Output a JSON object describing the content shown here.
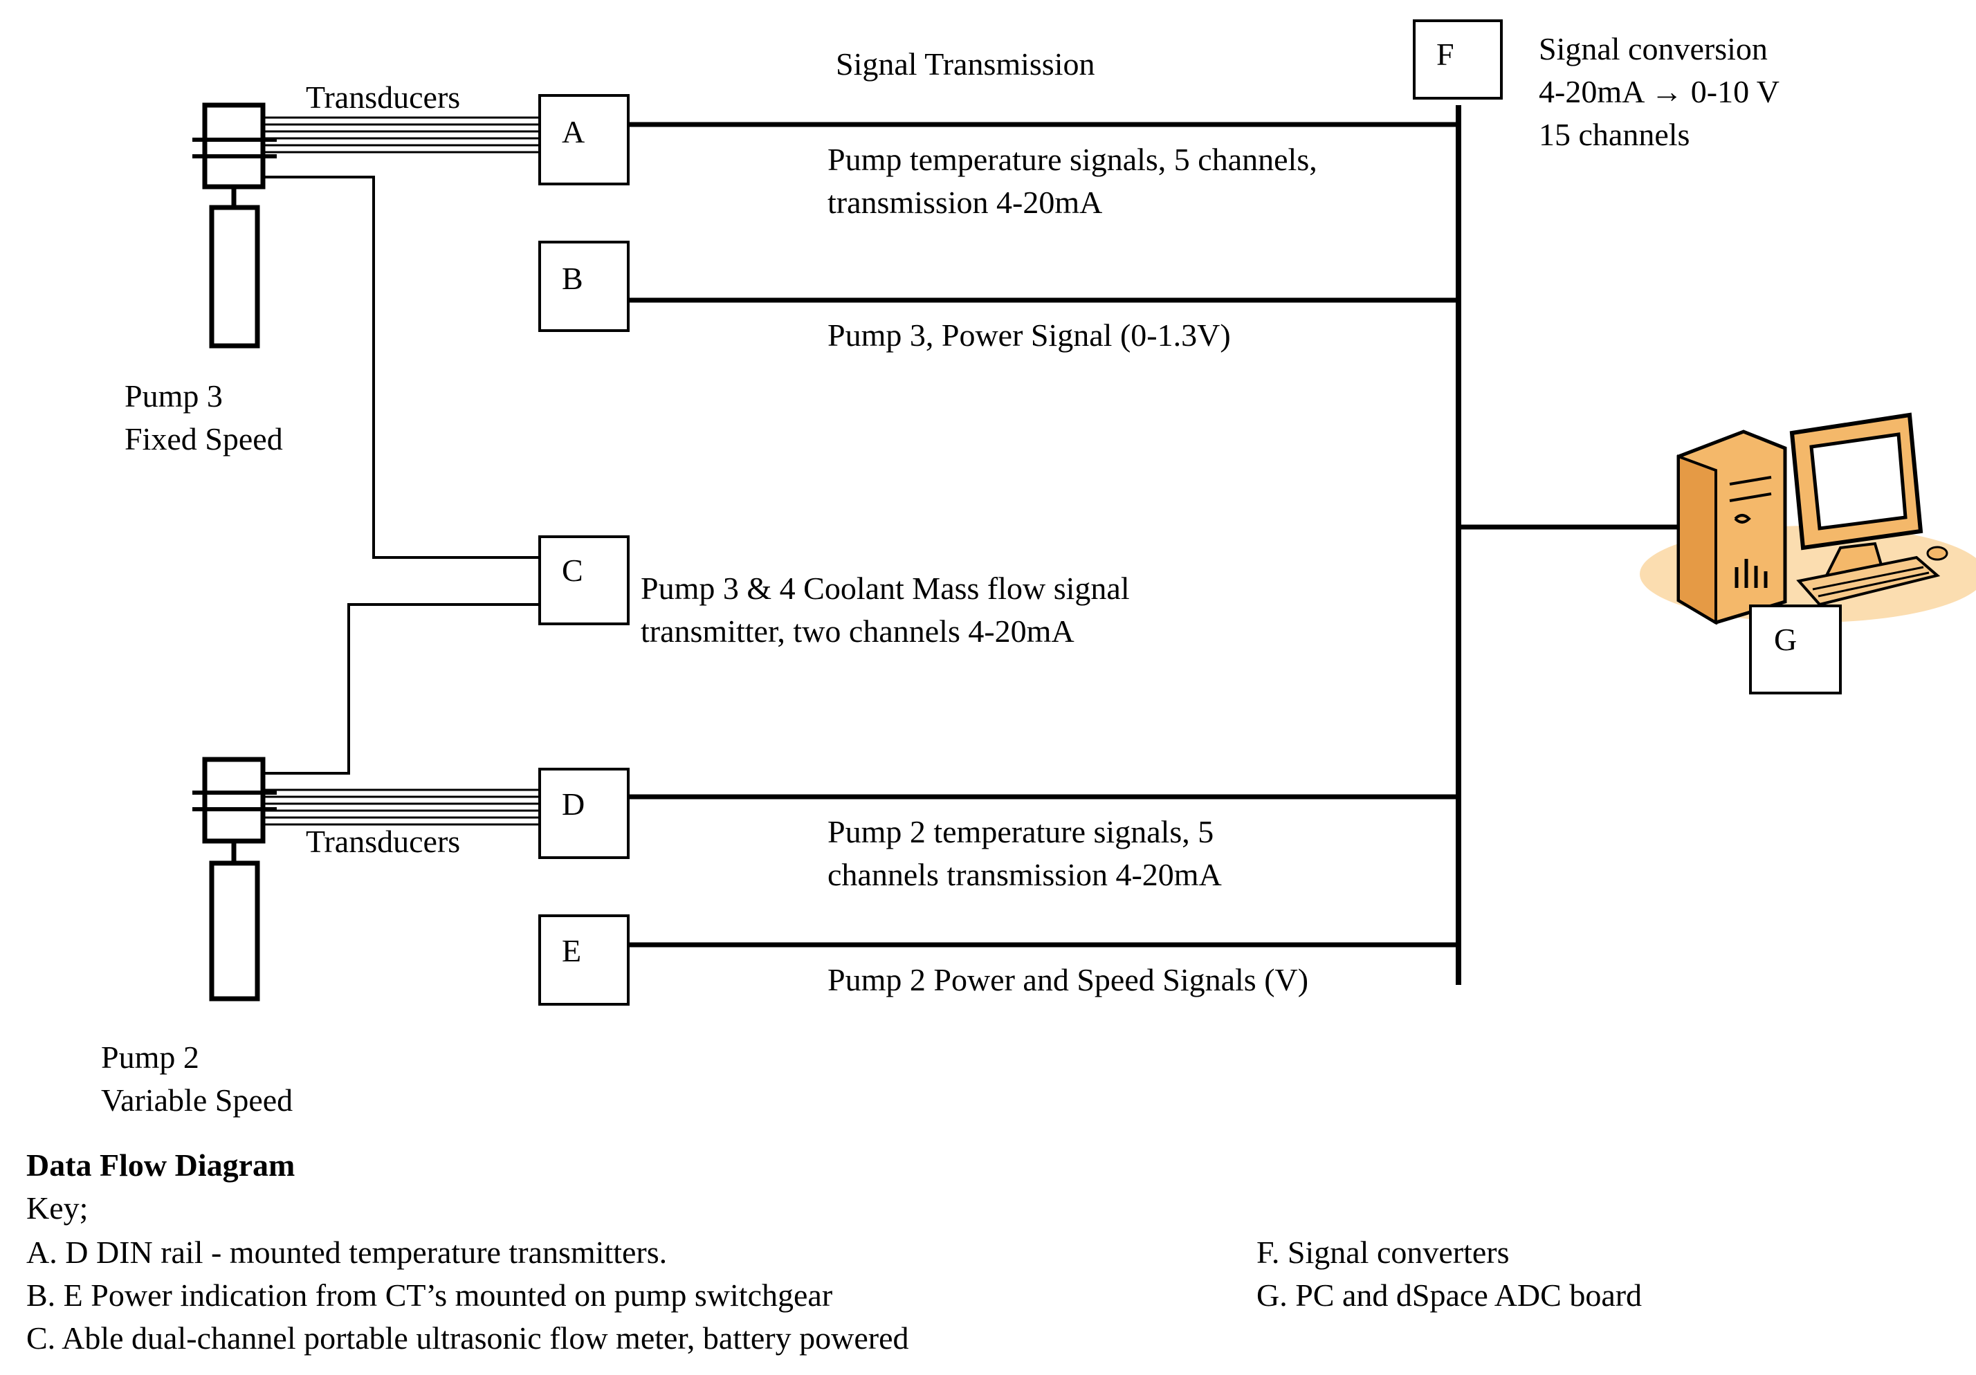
{
  "diagram": {
    "header": "Signal Transmission",
    "signal_conversion": {
      "line1": "Signal conversion",
      "line2": "4-20mA → 0-10 V",
      "line3": "15 channels"
    },
    "boxes": {
      "A": "A",
      "B": "B",
      "C": "C",
      "D": "D",
      "E": "E",
      "F": "F",
      "G": "G"
    },
    "transducers_top": "Transducers",
    "transducers_bottom": "Transducers",
    "pump3": {
      "line1": "Pump 3",
      "line2": "Fixed Speed"
    },
    "pump2": {
      "line1": "Pump 2",
      "line2": "Variable Speed"
    },
    "link_labels": {
      "A": {
        "line1": "Pump temperature signals, 5 channels,",
        "line2": "transmission 4-20mA"
      },
      "B": {
        "line1": "Pump 3, Power Signal (0-1.3V)"
      },
      "C": {
        "line1": "Pump 3 & 4  Coolant Mass flow signal",
        "line2": "transmitter, two channels  4-20mA"
      },
      "D": {
        "line1": "Pump 2 temperature signals, 5",
        "line2": "channels transmission 4-20mA"
      },
      "E": {
        "line1": "Pump 2 Power and Speed  Signals (V)"
      }
    },
    "pc_icon": "computer-icon"
  },
  "key": {
    "title": "Data Flow Diagram",
    "subtitle": "Key;",
    "items_left": [
      "A. D  DIN rail - mounted temperature transmitters.",
      "B. E Power indication from CT’s mounted on pump switchgear",
      "C. Able dual-channel portable ultrasonic flow meter, battery powered"
    ],
    "items_right": [
      "F. Signal converters",
      "G. PC and dSpace  ADC board"
    ]
  },
  "colors": {
    "line": "#000000",
    "pc_body": "#f4b86a",
    "pc_shadow": "#f7c98a"
  }
}
